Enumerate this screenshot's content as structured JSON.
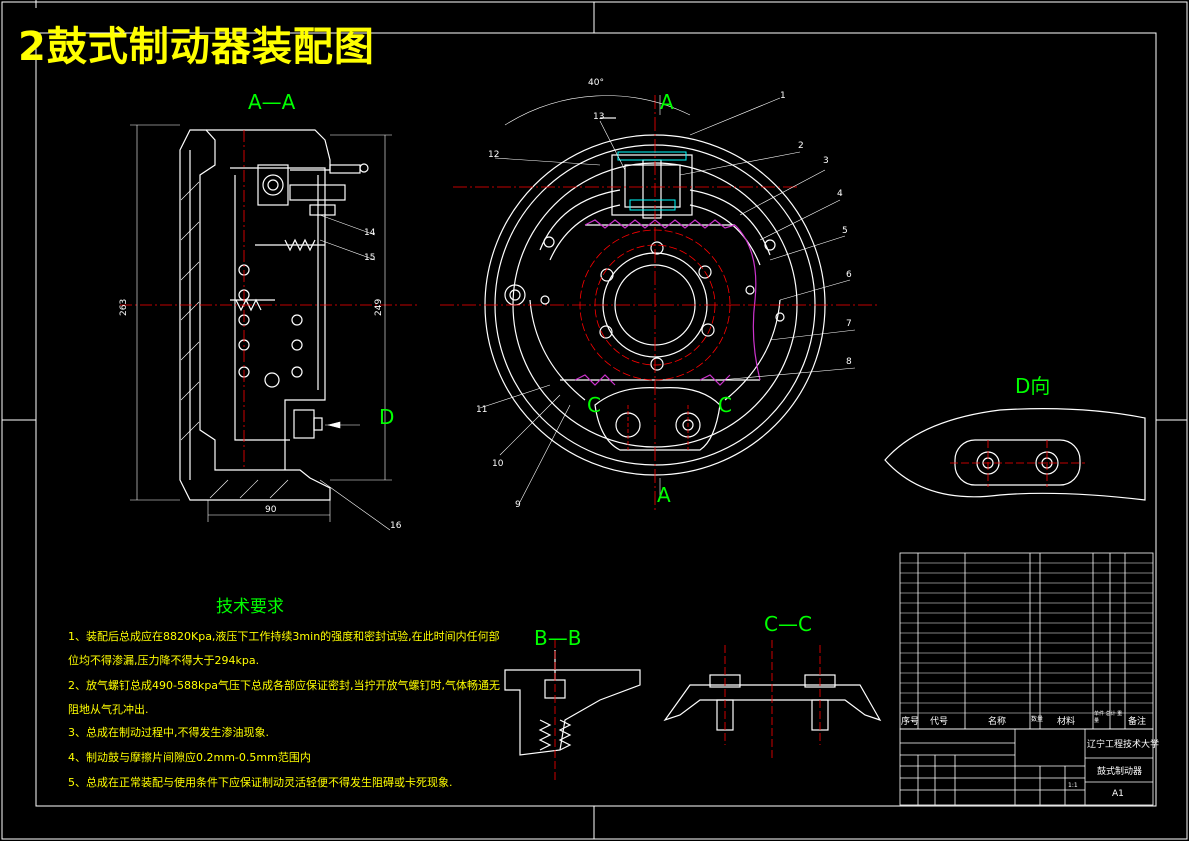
{
  "title": "2鼓式制动器装配图",
  "views": {
    "aa": "A—A",
    "bb": "B—B",
    "cc": "C—C",
    "d": "D向",
    "d_arrow": "D",
    "a_top": "A",
    "a_bottom": "A",
    "c_left": "C",
    "c_right": "C"
  },
  "dimensions": {
    "height_left": "263",
    "height_right": "249",
    "width": "90",
    "angle": "40°"
  },
  "part_numbers": [
    "1",
    "2",
    "3",
    "4",
    "5",
    "6",
    "7",
    "8",
    "9",
    "10",
    "11",
    "12",
    "13",
    "14",
    "15",
    "16"
  ],
  "tech_requirements": {
    "title": "技术要求",
    "items": [
      "1、装配后总成应在8820Kpa,液压下工作持续3min的强度和密封试验,在此时间内任何部",
      "位均不得渗漏,压力降不得大于294kpa.",
      "2、放气螺钉总成490-588kpa气压下总成各部应保证密封,当拧开放气螺钉时,气体畅通无",
      "阻地从气孔冲出.",
      "3、总成在制动过程中,不得发生渗油现象.",
      "4、制动鼓与摩擦片间隙应0.2mm-0.5mm范围内",
      "5、总成在正常装配与使用条件下应保证制动灵活轻便不得发生阻碍或卡死现象."
    ]
  },
  "title_block": {
    "header_seq": "序号",
    "header_code": "代号",
    "header_name": "名称",
    "header_qty": "数量",
    "header_material": "材料",
    "header_weight": "单件 总计 重量",
    "header_remark": "备注",
    "school": "辽宁工程技术大学",
    "drawing_name": "鼓式制动器",
    "sheet": "A1",
    "scale": "1:1"
  },
  "colors": {
    "outline": "#ffffff",
    "center_line": "#ff0000",
    "hidden": "#ffff00",
    "label": "#00ff00",
    "spring": "#cc33cc",
    "cyan": "#00ffff"
  }
}
